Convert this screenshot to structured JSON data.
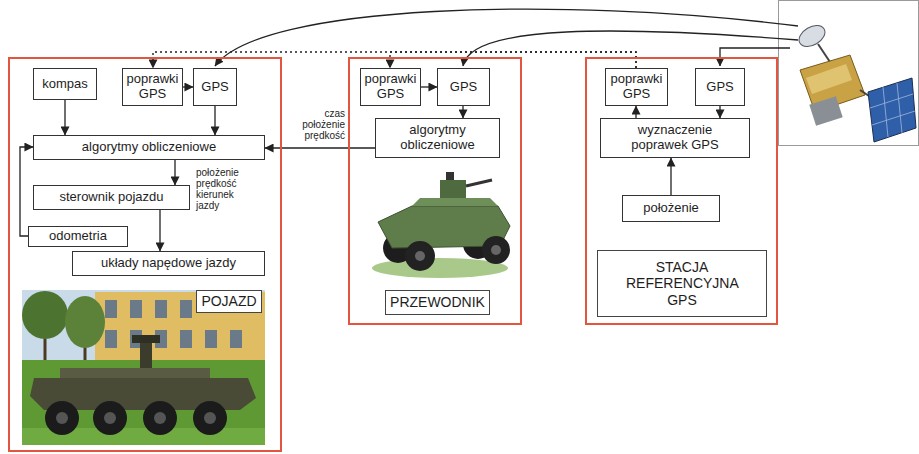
{
  "diagram": {
    "nodes": [
      {
        "text": [
          "POJAZD"
        ]
      },
      {
        "text": [
          "kompas"
        ],
        "in": 0
      },
      {
        "text": [
          "poprawki GPS"
        ],
        "in": 0
      },
      {
        "text": [
          "GPS"
        ],
        "in": 0
      },
      {
        "text": [
          "algorytmy obliczeniowe"
        ],
        "in": 0
      },
      {
        "text": [
          "sterownik pojazdu"
        ],
        "in": 0
      },
      {
        "text": [
          "odometria"
        ],
        "in": 0
      },
      {
        "text": [
          "układy napędowe jazdy"
        ],
        "in": 0
      },
      {
        "text": [
          "PRZEWODNIK"
        ]
      },
      {
        "text": [
          "poprawki GPS"
        ],
        "in": 8
      },
      {
        "text": [
          "GPS"
        ],
        "in": 8
      },
      {
        "text": [
          "algorytmy obliczeniowe"
        ],
        "in": 8
      },
      {
        "text": [
          "STACJA REFERENCYJNA GPS"
        ]
      },
      {
        "text": [
          "poprawki GPS"
        ],
        "in": 12
      },
      {
        "text": [
          "GPS"
        ],
        "in": 12
      },
      {
        "text": [
          "wyznaczenie poprawek GPS"
        ],
        "in": 12
      },
      {
        "text": [
          "położenie"
        ],
        "in": 12
      }
    ],
    "edges": [
      {
        "from": 1,
        "to": 4,
        "arrow": "to"
      },
      {
        "from": 2,
        "to": 3,
        "arrow": "to"
      },
      {
        "from": 3,
        "to": 4,
        "arrow": "to"
      },
      {
        "from": 4,
        "to": 5,
        "arrow": "to",
        "label": "położenie prędkość kierunek jazdy"
      },
      {
        "from": 5,
        "to": 7,
        "arrow": "to"
      },
      {
        "from": 6,
        "to": 4,
        "arrow": "to"
      },
      {
        "from": 11,
        "to": 4,
        "arrow": "to",
        "label": "czas położenie prędkość"
      },
      {
        "from": 9,
        "to": 10,
        "arrow": "to"
      },
      {
        "from": 10,
        "to": 11,
        "arrow": "to"
      },
      {
        "from": 14,
        "to": 15,
        "arrow": "to"
      },
      {
        "from": 15,
        "to": 13,
        "arrow": "to"
      },
      {
        "from": 16,
        "to": 15,
        "arrow": "to"
      },
      {
        "from": 13,
        "to": 2,
        "arrow": "to"
      },
      {
        "from": 13,
        "to": 9,
        "arrow": "to"
      }
    ]
  }
}
